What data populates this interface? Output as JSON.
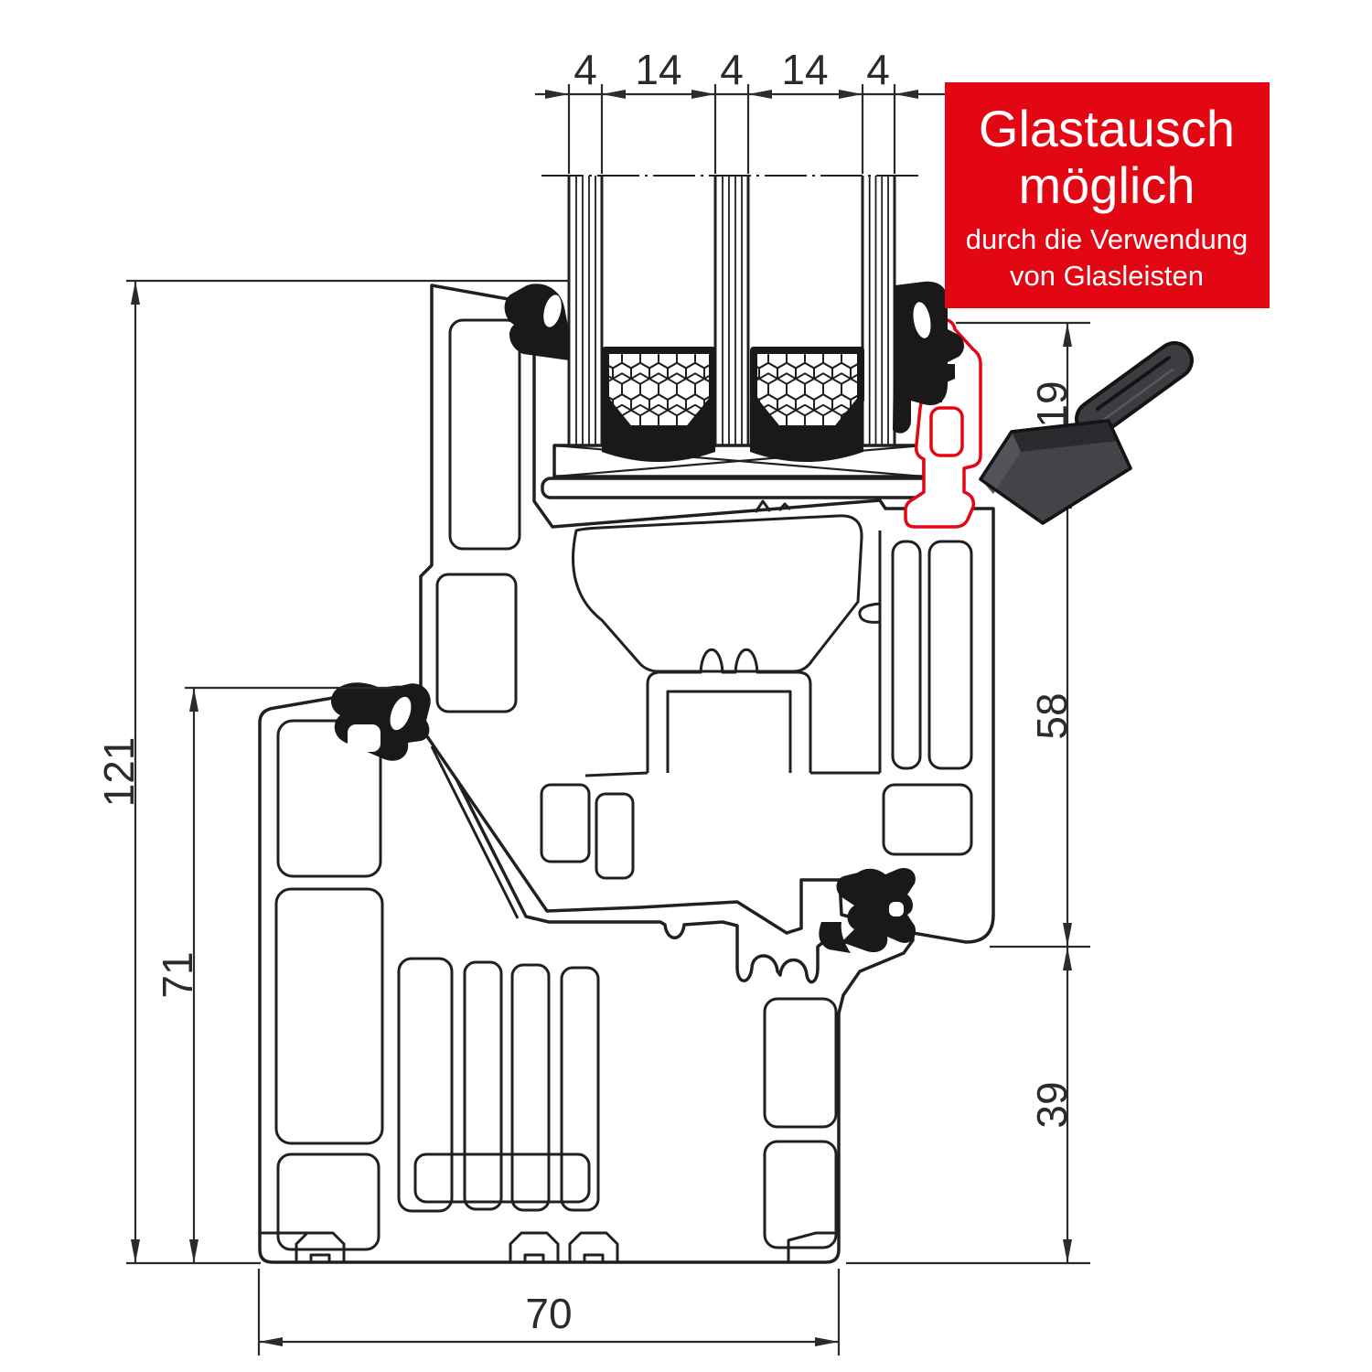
{
  "annotation_box": {
    "title_line1": "Glastausch",
    "title_line2": "möglich",
    "subtitle_line1": "durch die Verwendung",
    "subtitle_line2": "von Glasleisten",
    "bg_color": "#E30613",
    "text_color": "#FFFFFF"
  },
  "dimensions": {
    "top": [
      "4",
      "14",
      "4",
      "14",
      "4"
    ],
    "right": [
      "19",
      "58",
      "39"
    ],
    "left": [
      "121",
      "71"
    ],
    "bottom": [
      "70"
    ]
  },
  "drawing": {
    "line_color": "#231F20",
    "highlight_color": "#E30613",
    "tool_color": "#3F3D42",
    "icons": {
      "tool": "putty-knife-icon",
      "bead": "glazing-bead-highlight",
      "spacer": "honeycomb-spacer"
    }
  }
}
